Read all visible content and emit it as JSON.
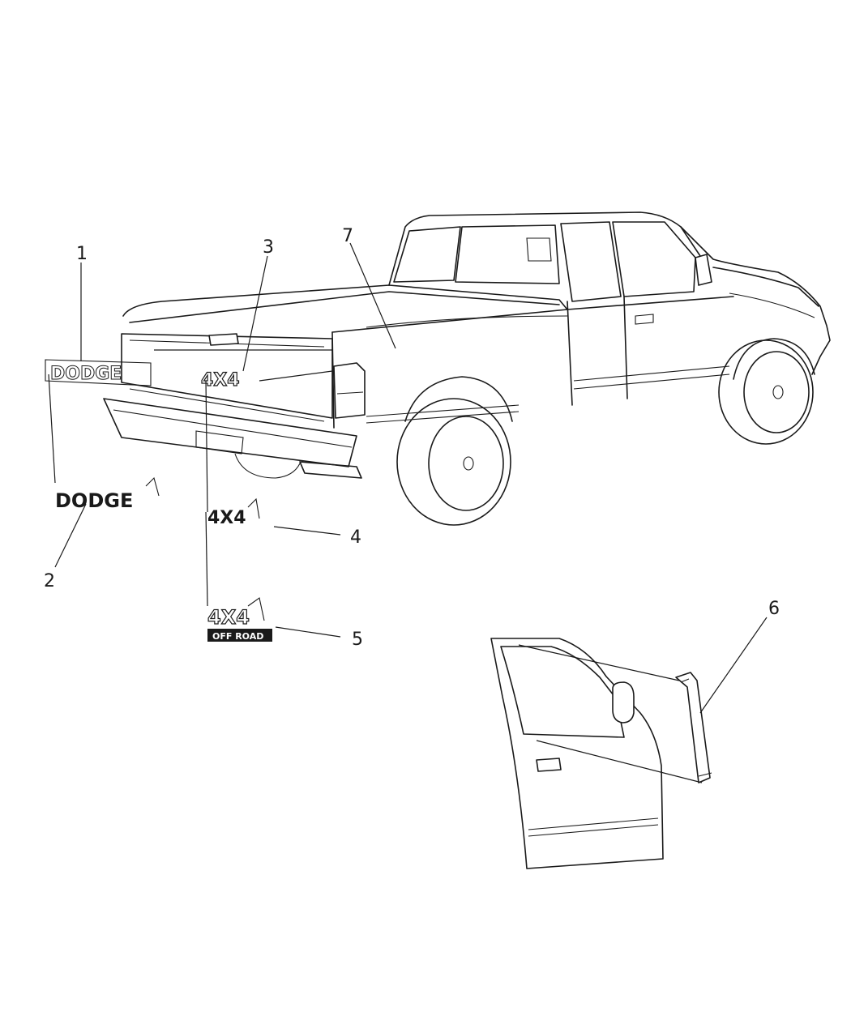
{
  "callouts": {
    "c1": "1",
    "c2": "2",
    "c3": "3",
    "c4": "4",
    "c5": "5",
    "c6": "6",
    "c7": "7"
  },
  "emblems": {
    "tailgate_emblem": "DODGE",
    "tailgate_emblem_detail": "DODGE",
    "bedside_emblem": "4X4",
    "emblem_4x4": "4X4",
    "emblem_4x4_offroad": "4X4",
    "offroad_strip": "OFF ROAD"
  }
}
